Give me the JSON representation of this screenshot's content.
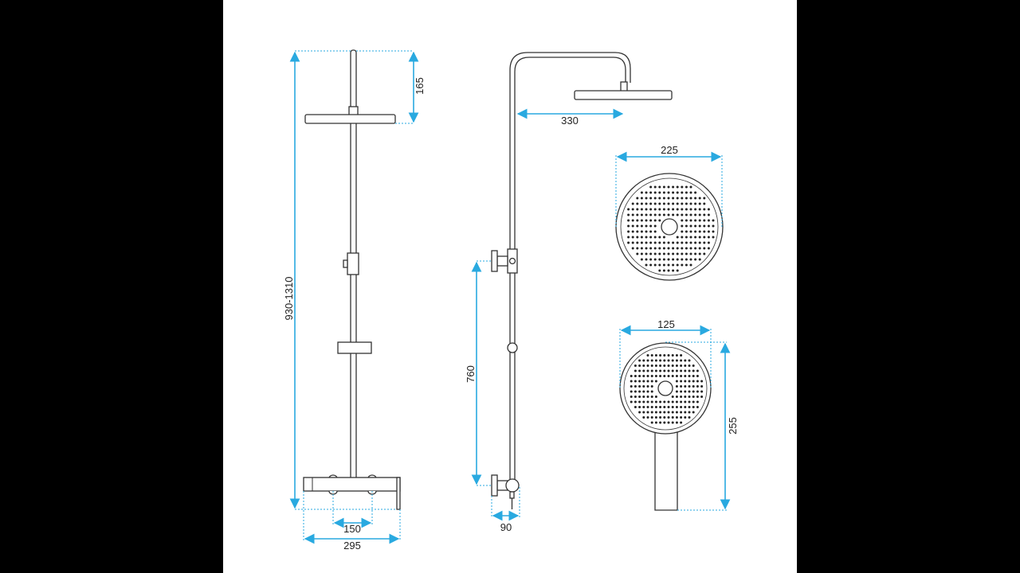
{
  "colors": {
    "dimension": "#29a9e0",
    "outline": "#333333",
    "background": "#ffffff",
    "margin": "#000000"
  },
  "dimensions": {
    "total_height": "930-1310",
    "head_offset": "165",
    "arm_reach": "330",
    "head_diameter": "225",
    "hand_width": "125",
    "hand_length": "255",
    "bracket_spacing": "760",
    "inlet_spacing": "150",
    "mixer_width": "295",
    "wall_depth": "90"
  }
}
